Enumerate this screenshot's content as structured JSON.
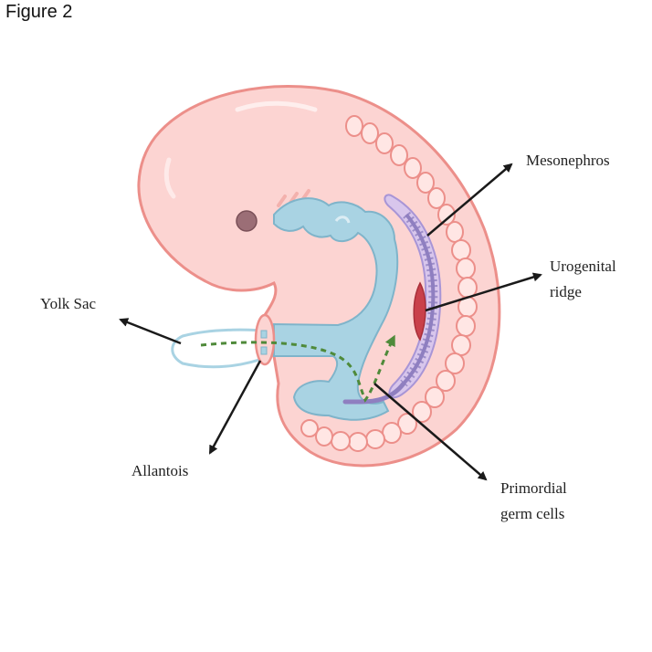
{
  "figure": {
    "title": "Figure 2"
  },
  "labels": {
    "yolk_sac": "Yolk Sac",
    "allantois": "Allantois",
    "mesonephros": "Mesonephros",
    "urogenital_ridge": [
      "Urogenital",
      "ridge"
    ],
    "primordial_germ_cells": [
      "Primordial",
      "germ cells"
    ]
  },
  "colors": {
    "body": "#fcd4d2",
    "body_outline": "#ec8f8a",
    "gut": "#a9d3e3",
    "gut_outline": "#7fb4ca",
    "mesonephros": "#d8c6ec",
    "mesonephros_dark": "#8f7fc0",
    "urogenital_ridge": "#c9404a",
    "germ_cell_path": "#4f8a3a",
    "arrow": "#1a1a1a"
  },
  "icons": [
    "eye-spot",
    "migration-arrow"
  ]
}
